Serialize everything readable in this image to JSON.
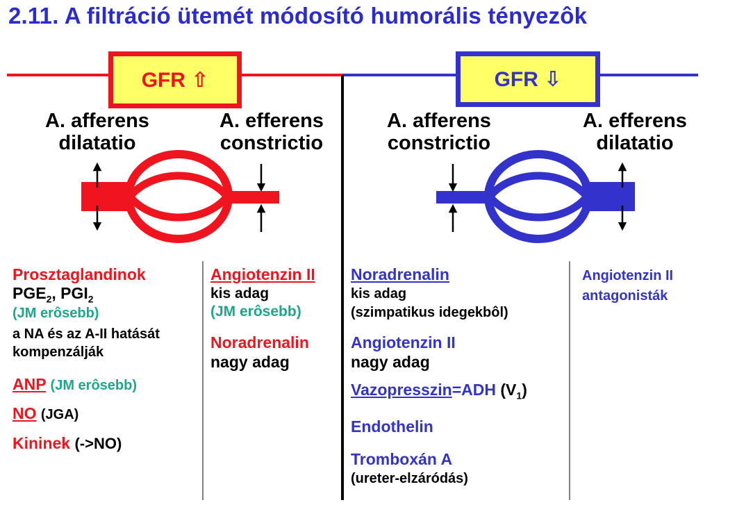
{
  "title": "2.11. A filtráció ütemét módosító humorális tényezôk",
  "colors": {
    "red": "#f0141e",
    "blue": "#3333cc",
    "green": "#1ba88a",
    "yellow": "#ffff66"
  },
  "left": {
    "gfr_label": "GFR ⇧",
    "afferens": {
      "line1": "A. afferens",
      "line2": "dilatatio"
    },
    "efferens": {
      "line1": "A. efferens",
      "line2": "constrictio"
    },
    "col1": {
      "prosztaglandinok": "Prosztaglandinok",
      "pge": {
        "a": "PGE",
        "a_sub": "2",
        "sep": ", PGI",
        "b_sub": "2"
      },
      "jm1": "(JM erôsebb)",
      "na_line1": "a NA és az A-II hatását",
      "na_line2": "kompenzálják",
      "anp": "ANP",
      "anp_note": "(JM erôsebb)",
      "no": "NO",
      "no_note": "(JGA)",
      "kininek": "Kininek",
      "kininek_note": "(->NO)"
    },
    "col2": {
      "angiotenzin": "Angiotenzin II",
      "kis_adag": "kis adag",
      "jm": "(JM erôsebb)",
      "noradrenalin": "Noradrenalin",
      "nagy_adag": "nagy adag"
    }
  },
  "right": {
    "gfr_label": "GFR ⇩",
    "afferens": {
      "line1": "A. afferens",
      "line2": "constrictio"
    },
    "efferens": {
      "line1": "A. efferens",
      "line2": "dilatatio"
    },
    "col3": {
      "noradrenalin": "Noradrenalin",
      "kis_adag": "kis adag",
      "szimp": "(szimpatikus idegekbôl)",
      "angiotenzin": "Angiotenzin II",
      "nagy_adag": "nagy adag",
      "vazopresszin": "Vazopresszin",
      "adh": "=ADH",
      "v1_open": " (V",
      "v1_sub": "1",
      "v1_close": ")",
      "endothelin": "Endothelin",
      "tromboxan": "Tromboxán A",
      "ureter": "(ureter-elzáródás)"
    },
    "col4": {
      "line1": "Angiotenzin II",
      "line2": "antagonisták"
    }
  }
}
